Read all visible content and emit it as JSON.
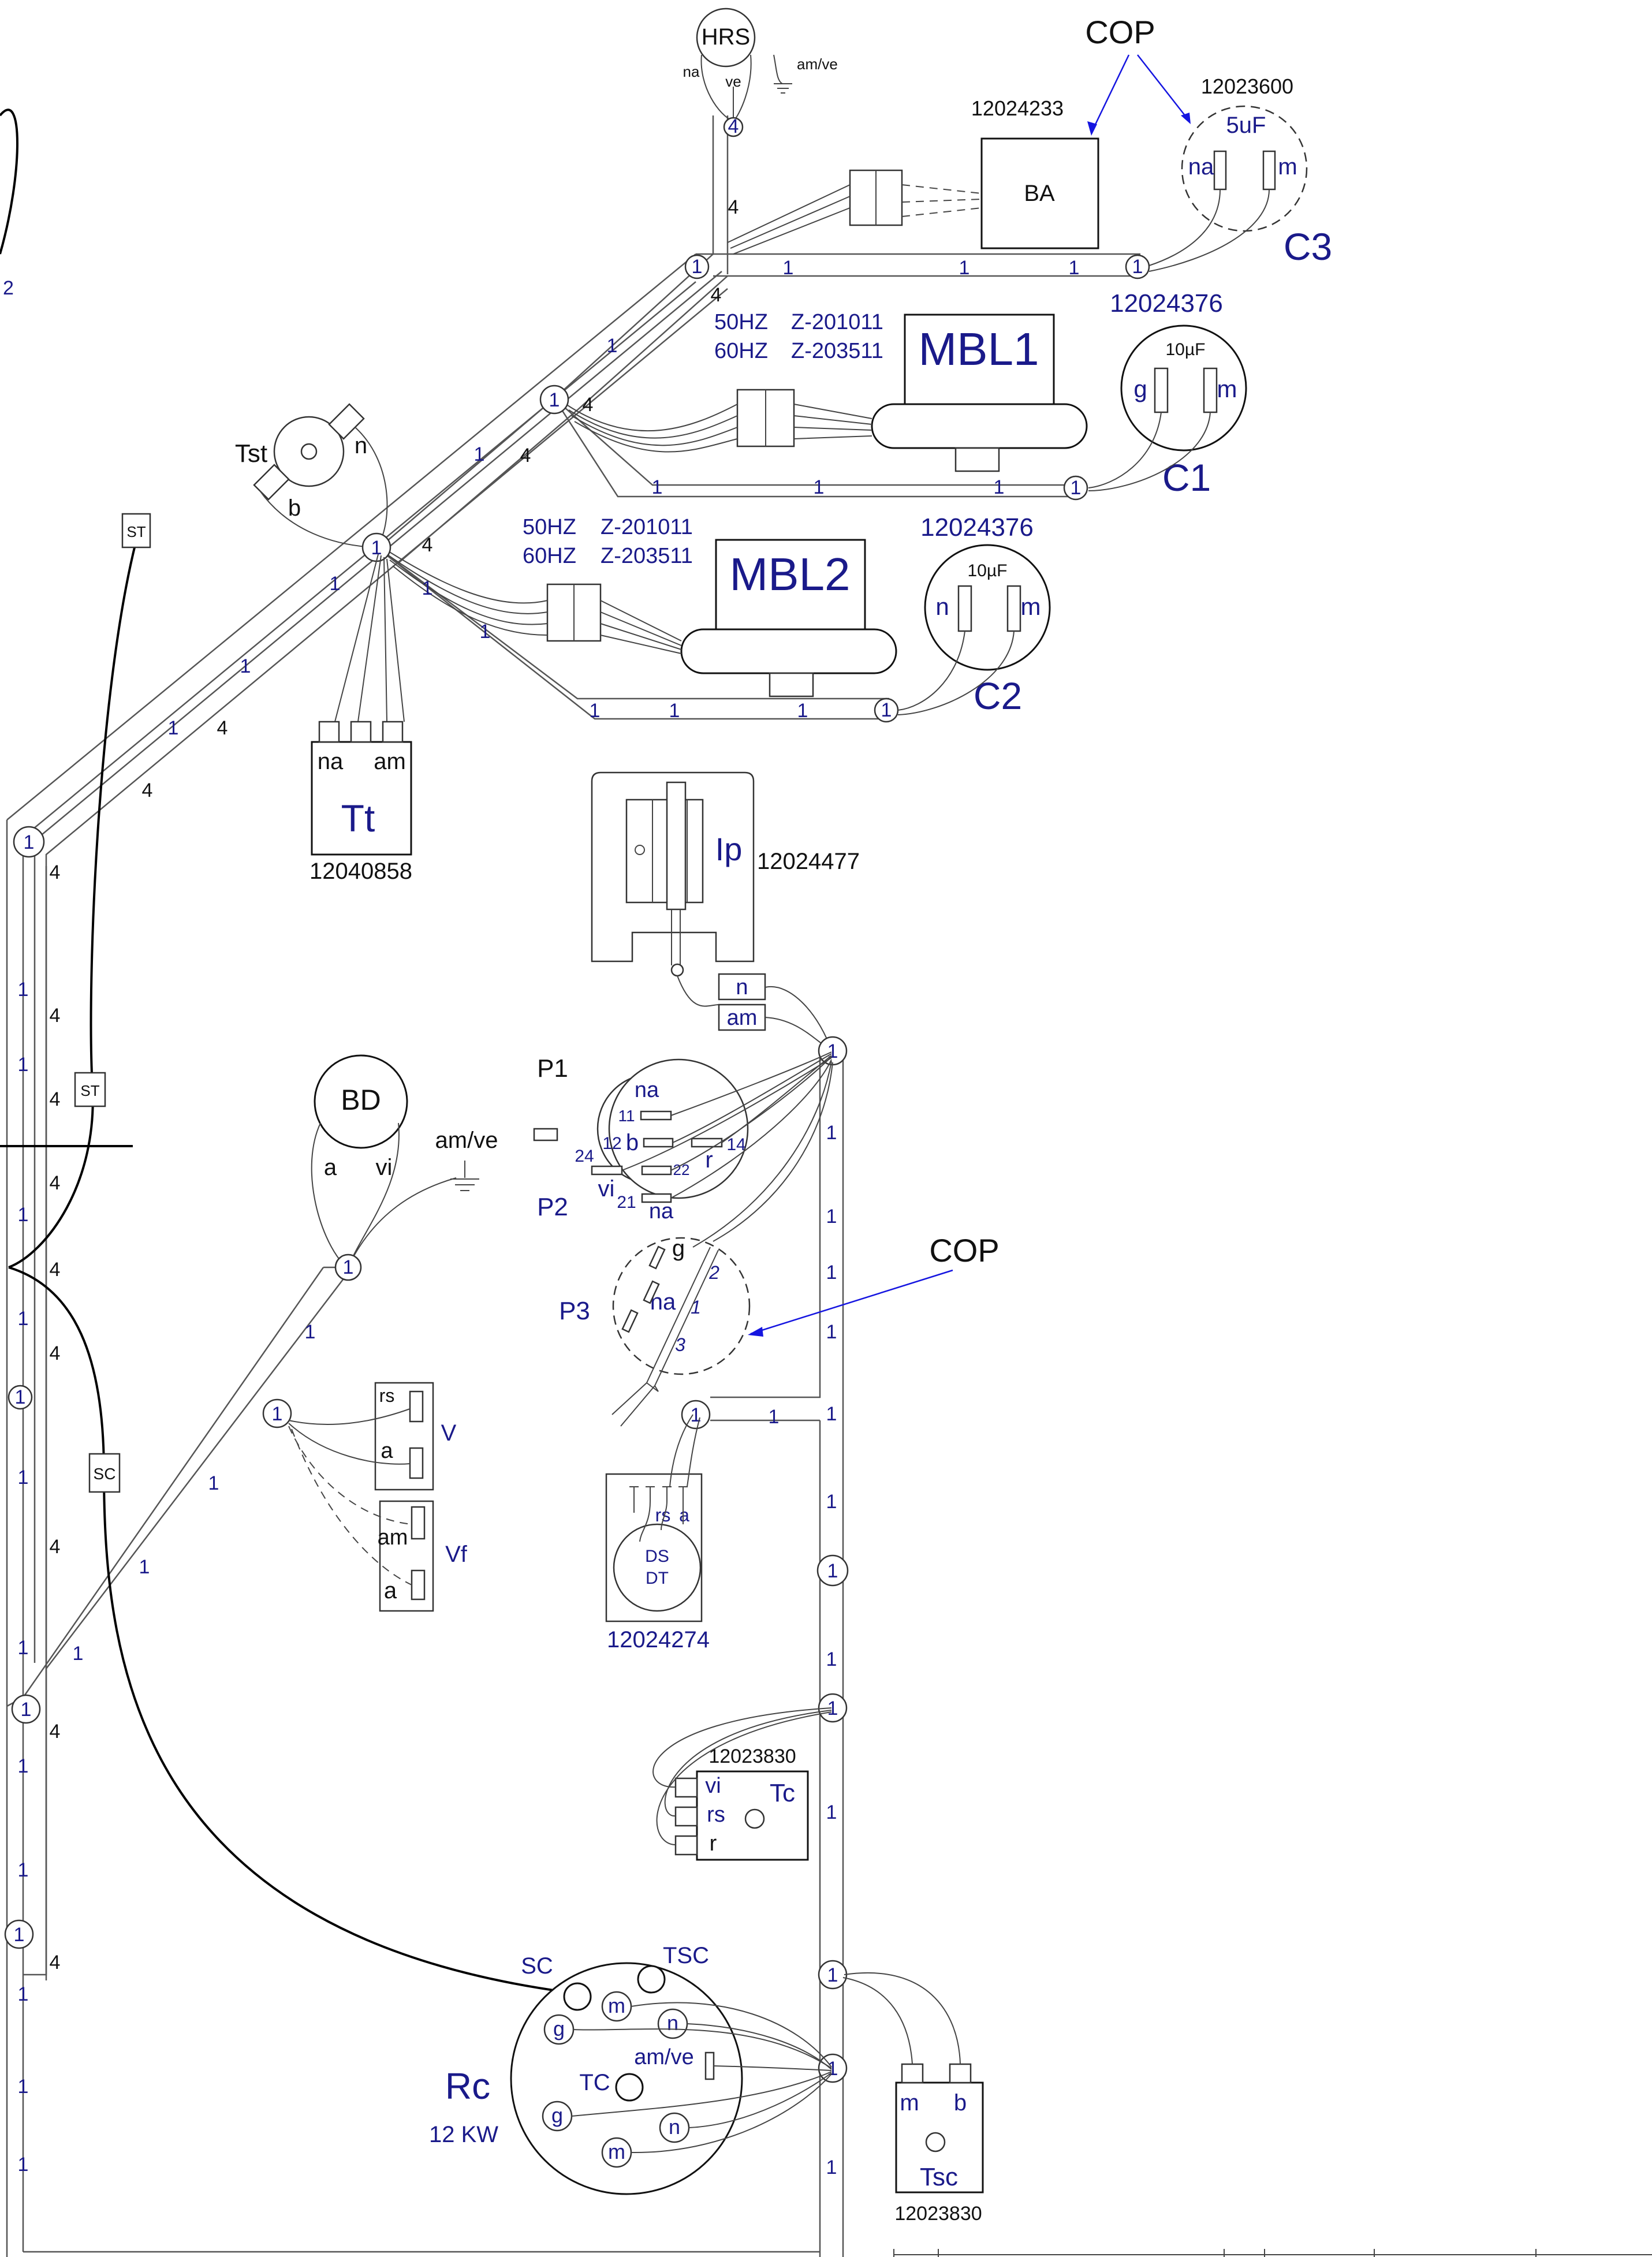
{
  "connectors": {
    "hrs": {
      "title": "HRS",
      "left": "na",
      "mid": "ve",
      "right": "am/ve",
      "node": "4"
    },
    "ba": {
      "title": "BA",
      "code": "12024233"
    },
    "c3": {
      "title": "C3",
      "code": "12023600",
      "value": "5uF",
      "left": "na",
      "right": "m"
    },
    "mbl1": {
      "title": "MBL1",
      "freq1": "50HZ",
      "freq2": "60HZ",
      "model1": "Z-201011",
      "model2": "Z-203511"
    },
    "c1": {
      "title": "C1",
      "code": "12024376",
      "value": "10µF",
      "left": "g",
      "right": "m"
    },
    "mbl2": {
      "title": "MBL2",
      "freq1": "50HZ",
      "freq2": "60HZ",
      "model1": "Z-201011",
      "model2": "Z-203511"
    },
    "c2": {
      "title": "C2",
      "code": "12024376",
      "value": "10µF",
      "left": "n",
      "right": "m"
    },
    "tst": {
      "title": "Tst",
      "t1": "n",
      "t2": "b"
    },
    "tt": {
      "title": "Tt",
      "code": "12040858",
      "t1": "na",
      "t2": "am"
    },
    "ip": {
      "title": "Ip",
      "code": "12024477",
      "t1": "n",
      "t2": "am"
    },
    "p": {
      "p1": "P1",
      "p2": "P2",
      "p3": "P3",
      "na_top": "na",
      "n11": "11",
      "b": "b",
      "n12": "12",
      "n24": "24",
      "n14": "14",
      "r": "r",
      "vi": "vi",
      "n22": "22",
      "n21": "21",
      "na_bot": "na",
      "g": "g",
      "na3": "na",
      "i2": "2",
      "i1": "1",
      "i3": "3"
    },
    "bd": {
      "title": "BD",
      "a": "a",
      "vi": "vi",
      "amve": "am/ve"
    },
    "v": {
      "title": "V",
      "rs": "rs",
      "a": "a"
    },
    "vf": {
      "title": "Vf",
      "am": "am",
      "a": "a"
    },
    "ds": {
      "l1": "DS",
      "l2": "DT",
      "rs": "rs",
      "a": "a",
      "code": "12024274"
    },
    "tc": {
      "title": "Tc",
      "code": "12023830",
      "vi": "vi",
      "rs": "rs",
      "r": "r"
    },
    "rc": {
      "title": "Rc",
      "power": "12 KW",
      "sc": "SC",
      "tsc": "TSC",
      "m1": "m",
      "g1": "g",
      "n1": "n",
      "amve": "am/ve",
      "tc": "TC",
      "g2": "g",
      "n2": "n",
      "m2": "m"
    },
    "tsc": {
      "title": "Tsc",
      "code": "12023830",
      "m": "m",
      "b": "b"
    },
    "st1": "ST",
    "st2": "ST",
    "sc": "SC"
  },
  "labels": {
    "cop1": "COP",
    "cop2": "COP"
  },
  "wire_nums": {
    "one": "1",
    "four": "4",
    "two": "2"
  },
  "colors": {
    "blue_text": "#1a1a8a",
    "cop_arrow": "#1515e0",
    "line": "#444444"
  }
}
